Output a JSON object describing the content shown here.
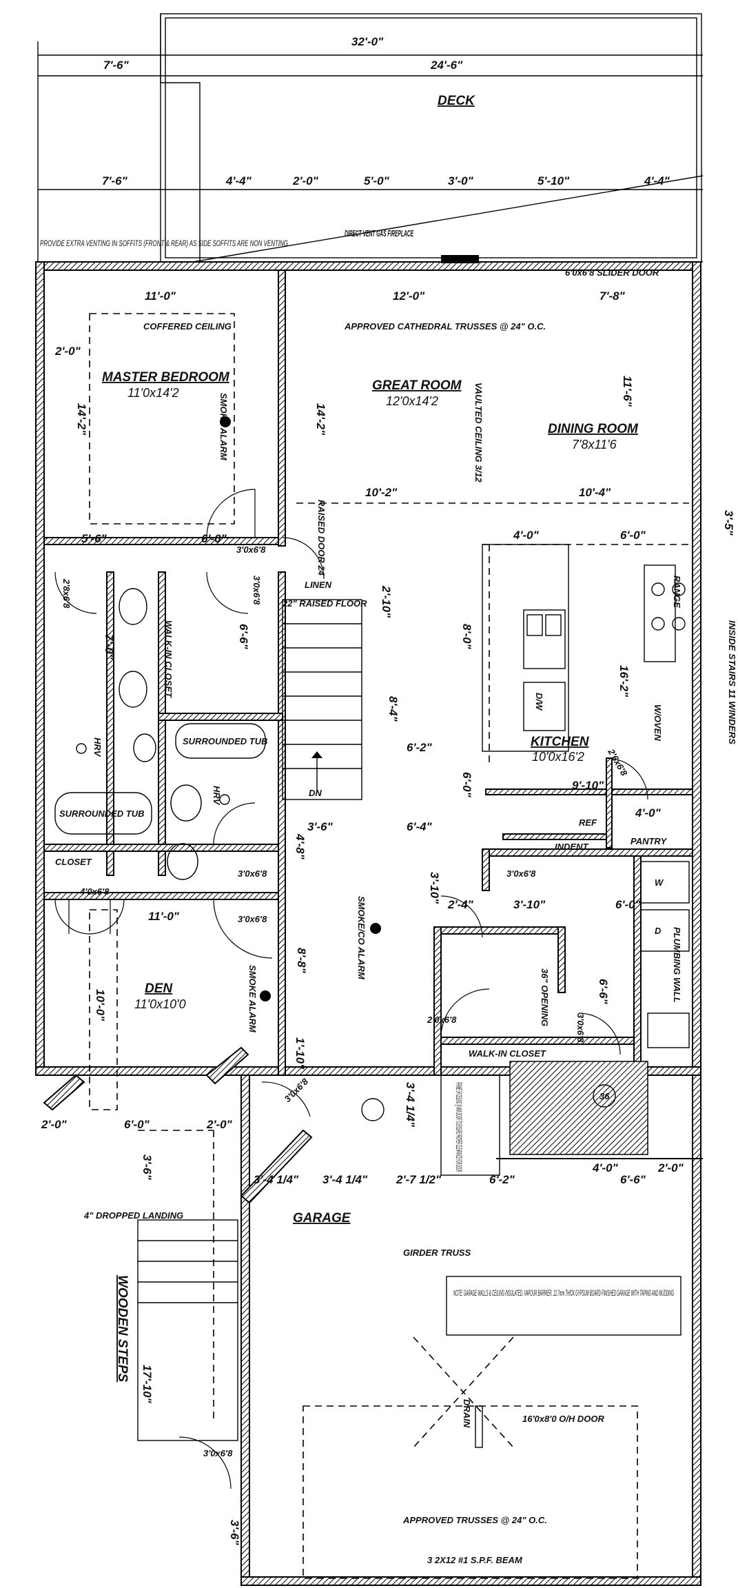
{
  "deck": {
    "label": "DECK",
    "dims_top": [
      "32'-0\"",
      "7'-6\"",
      "24'-6\""
    ],
    "dims_row": [
      "7'-6\"",
      "4'-4\"",
      "2'-0\"",
      "5'-0\"",
      "3'-0\"",
      "5'-10\"",
      "4'-4\""
    ]
  },
  "notes": {
    "soffit": "PROVIDE EXTRA VENTING IN SOFFITS (FRONT & REAR) AS SIDE SOFFITS ARE NON VENTING",
    "fireplace": "DIRECT VENT GAS FIREPLACE",
    "slider": "6'0x6'8 SLIDER DOOR",
    "trusses_top": "APPROVED CATHEDRAL TRUSSES @ 24\" O.C.",
    "coffered": "COFFERED CEILING",
    "vaulted": "VAULTED CEILING 3/12",
    "raised_door": "RAISED DOOR 24",
    "linen": "LINEN",
    "raised_floor": "22\" RAISED FLOOR",
    "walk_in_closet": "WALK-IN CLOSET",
    "surrounded_tub": "SURROUNDED TUB",
    "closet": "CLOSET",
    "hrv": "HRV",
    "smoke_co": "SMOKE/CO ALARM",
    "smoke": "SMOKE ALARM",
    "dn": "DN",
    "ref": "REF",
    "indent": "INDENT",
    "pantry": "PANTRY",
    "dw": "D/W",
    "wo": "W/OVEN",
    "range": "RANGE",
    "frame_up": "FRAME UP CEILING @ MAN DOOR TO ENSURE PROPER CLEARANCE FOR DOOR",
    "opening": "36\" OPENING",
    "dropped_landing": "4\" DROPPED LANDING",
    "wooden_steps": "WOODEN STEPS",
    "girder": "GIRDER TRUSS",
    "garage_note": "NOTE: GARAGE WALLS & CEILING INSULATED. VAPOUR BARRIER, 12.7mm THICK GYPSUM BOARD FINISHED GARAGE WITH TAPING AND MUDDING",
    "oh_door": "16'0x8'0 O/H DOOR",
    "drain": "DRAIN",
    "trusses_bottom": "APPROVED TRUSSES @ 24\" O.C.",
    "beam": "3 2X12 #1 S.P.F. BEAM",
    "inside": "INSIDE STAIRS 11 WINDERS",
    "plumbing": "PLUMBING WALL",
    "washer": "W",
    "dryer": "D",
    "d36": "36"
  },
  "rooms": {
    "master": {
      "name": "MASTER BEDROOM",
      "size": "11'0x14'2"
    },
    "great": {
      "name": "GREAT ROOM",
      "size": "12'0x14'2"
    },
    "dining": {
      "name": "DINING ROOM",
      "size": "7'8x11'6"
    },
    "kitchen": {
      "name": "KITCHEN",
      "size": "10'0x16'2"
    },
    "den": {
      "name": "DEN",
      "size": "11'0x10'0"
    },
    "garage": {
      "name": "GARAGE"
    }
  },
  "doors": [
    "3'0x6'8",
    "2'8x6'8",
    "3'0x6'8",
    "3'0x6'8",
    "3'0x6'8",
    "4'0x6'8",
    "3'0x6'8",
    "2'0x6'8",
    "3'0x6'8",
    "3'0x6'8",
    "2'6x6'8",
    "3'0x6'8"
  ],
  "dims": {
    "d11_0": "11'-0\"",
    "d12_0": "12'-0\"",
    "d7_8": "7'-8\"",
    "d2_0": "2'-0\"",
    "d14_2": "14'-2\"",
    "d11_6": "11'-6\"",
    "d10_2": "10'-2\"",
    "d10_4": "10'-4\"",
    "d5_6": "5'-6\"",
    "d6_0": "6'-0\"",
    "d4_0": "4'-0\"",
    "d2_10": "2'-10\"",
    "d8_0": "8'-0\"",
    "d16_2": "16'-2\"",
    "d8_4": "8'-4\"",
    "d6_2": "6'-2\"",
    "d9_10": "9'-10\"",
    "d3_6": "3'-6\"",
    "d6_4": "6'-4\"",
    "d4_8": "4'-8\"",
    "d7_0": "7'-0\"",
    "d6_6": "6'-6\"",
    "d3_10": "3'-10\"",
    "d2_4": "2'-4\"",
    "d8_8": "8'-8\"",
    "d10_0": "10'-0\"",
    "d1_10": "1'-10\"",
    "d3_4q": "3'-4 1/4\"",
    "d2_7h": "2'-7 1/2\"",
    "d17_10": "17'-10\"",
    "d6_6b": "6'-6\"",
    "d2_0b": "2'-0\"",
    "d4_0b": "4'-0\"",
    "d3_5": "3'-5\"",
    "d3_6b": "3'-6\"",
    "d6_0b": "6'-0\""
  }
}
